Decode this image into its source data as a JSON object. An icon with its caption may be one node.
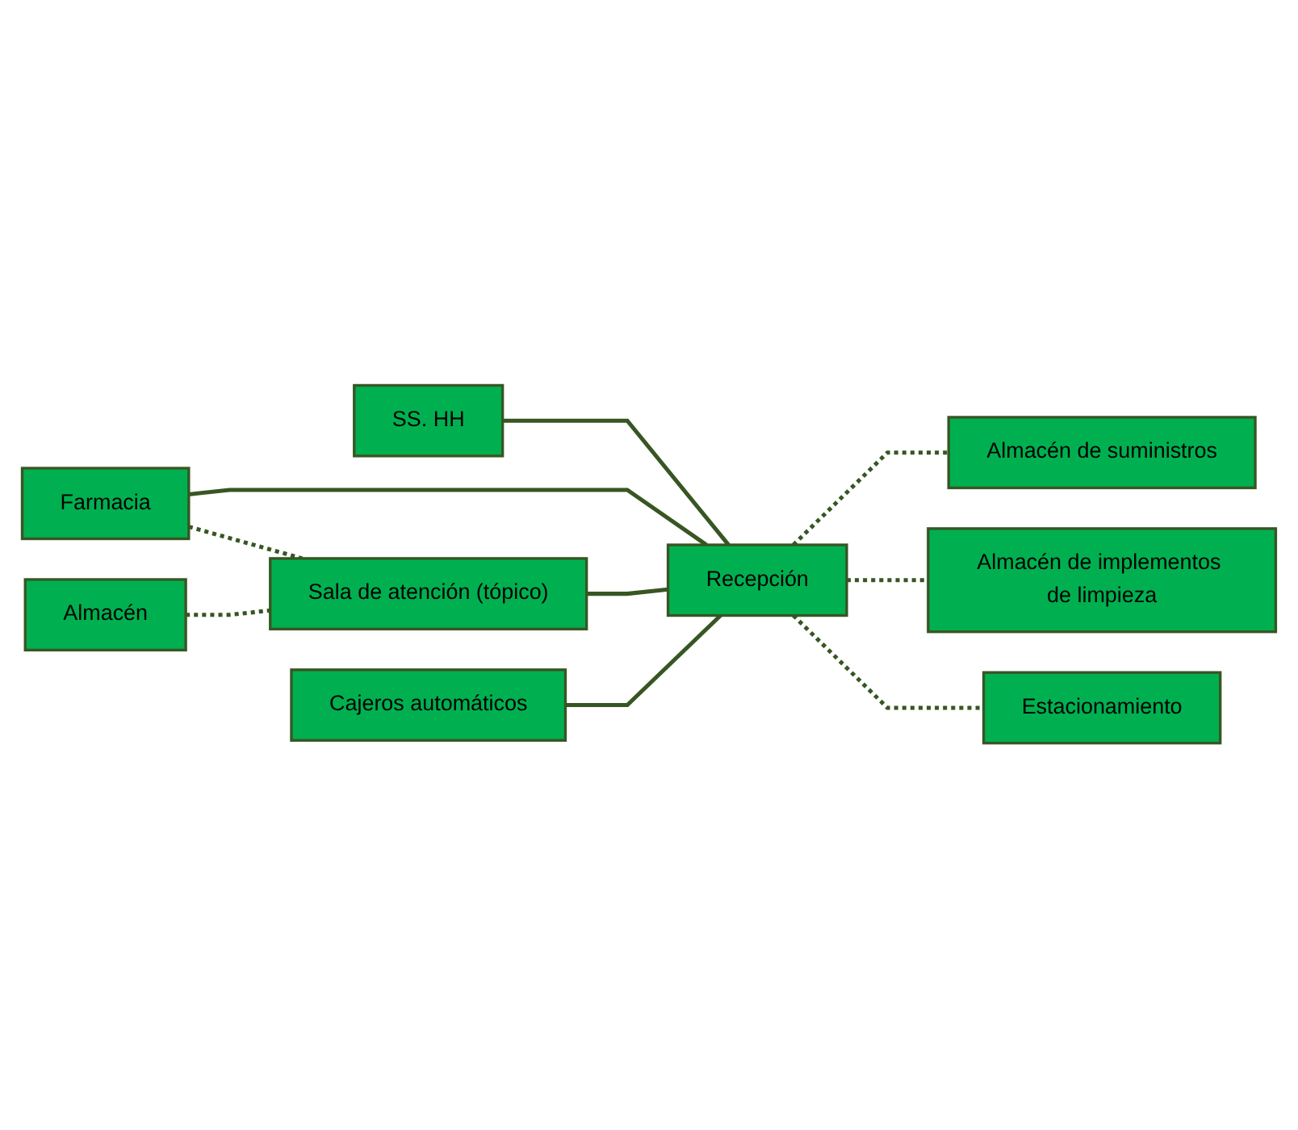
{
  "diagram": {
    "nodes": [
      {
        "text": [
          "SS. HH"
        ]
      },
      {
        "text": [
          "Recepción"
        ]
      },
      {
        "text": [
          "Farmacia"
        ]
      },
      {
        "text": [
          "Almacén de suministros"
        ]
      },
      {
        "text": [
          "Almacén"
        ]
      },
      {
        "text": [
          "Sala de atención (tópico)"
        ]
      },
      {
        "text": [
          "Almacén de implementos de limpieza"
        ]
      },
      {
        "text": [
          "Cajeros automáticos"
        ]
      },
      {
        "text": [
          "Estacionamiento"
        ]
      }
    ],
    "edges": [
      {
        "from": 0,
        "to": 1,
        "arrow": "none"
      },
      {
        "from": 2,
        "to": 1,
        "arrow": "none"
      },
      {
        "from": 1,
        "to": 3,
        "arrow": "none",
        "style": "dashed"
      },
      {
        "from": 2,
        "to": 5,
        "arrow": "none",
        "style": "dashed"
      },
      {
        "from": 4,
        "to": 5,
        "arrow": "none",
        "style": "dashed"
      },
      {
        "from": 5,
        "to": 1,
        "arrow": "none"
      },
      {
        "from": 1,
        "to": 6,
        "arrow": "none",
        "style": "dashed"
      },
      {
        "from": 7,
        "to": 1,
        "arrow": "none"
      },
      {
        "from": 1,
        "to": 8,
        "arrow": "none",
        "style": "dashed"
      }
    ]
  }
}
